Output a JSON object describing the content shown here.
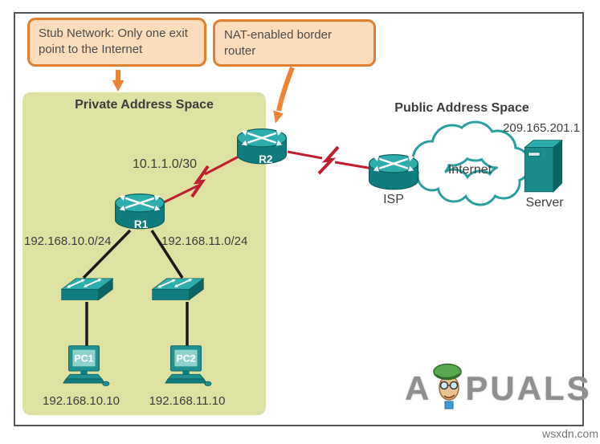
{
  "callouts": {
    "stub_network": "Stub Network: Only one exit point to the Internet",
    "nat_router": "NAT-enabled border router"
  },
  "private_space": {
    "title": "Private Address Space",
    "serial_link_label": "10.1.1.0/30",
    "lan1_subnet": "192.168.10.0/24",
    "lan2_subnet": "192.168.11.0/24",
    "router_r1": "R1",
    "router_r2": "R2",
    "pc1_name": "PC1",
    "pc1_ip": "192.168.10.10",
    "pc2_name": "PC2",
    "pc2_ip": "192.168.11.10"
  },
  "public_space": {
    "title": "Public Address Space",
    "isp_label": "ISP",
    "internet_label": "Internet",
    "server_label": "Server",
    "server_ip": "209.165.201.1"
  },
  "watermark": {
    "brand_prefix": "A",
    "brand_suffix": "PUALS",
    "site": "wsxdn.com"
  },
  "colors": {
    "device_teal_light": "#2eadad",
    "device_teal_mid": "#157f7f",
    "device_teal_dark": "#0b6363",
    "link_red": "#bf1e2e",
    "callout_border_orange": "#e07f2e",
    "callout_fill": "#fbdcbb",
    "arrow_orange": "#ef8333",
    "private_bg_green": "#dde1a1",
    "cloud_outline_teal": "#2a9d9d"
  }
}
